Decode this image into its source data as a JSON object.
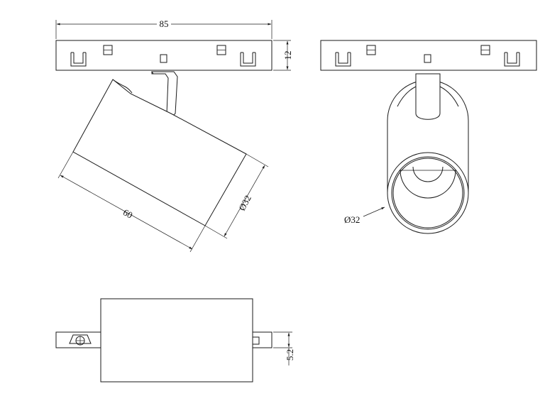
{
  "drawing": {
    "dimensions": {
      "track_width": "85",
      "track_height": "12",
      "body_length": "60",
      "body_diameter_side": "Ø32",
      "body_diameter_front": "Ø32",
      "offset_height": "5.2"
    },
    "colors": {
      "line": "#1a1a1a",
      "background": "#ffffff"
    }
  }
}
